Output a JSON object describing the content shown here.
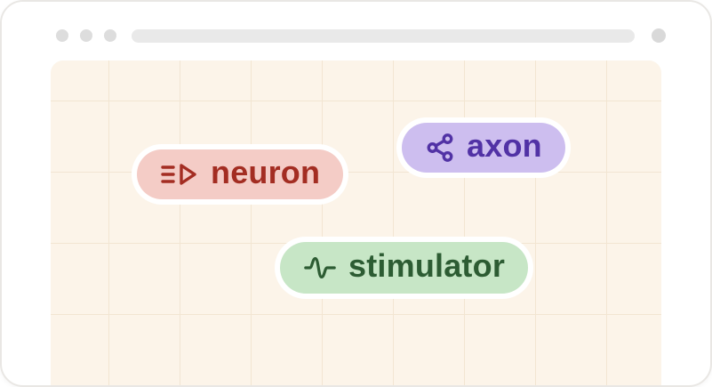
{
  "browser": {
    "window_controls": {
      "dot_count": 3
    },
    "address_bar_value": ""
  },
  "canvas": {
    "background": "#fcf4e9",
    "grid_color": "#f2e5d2",
    "tags": [
      {
        "label": "neuron",
        "icon": "prompt-play-icon",
        "bg": "#f4ccc6",
        "fg": "#a32d22"
      },
      {
        "label": "axon",
        "icon": "share-network-icon",
        "bg": "#cdbeef",
        "fg": "#5132a5"
      },
      {
        "label": "stimulator",
        "icon": "waveform-icon",
        "bg": "#c7e6c6",
        "fg": "#2d5c33"
      }
    ]
  }
}
